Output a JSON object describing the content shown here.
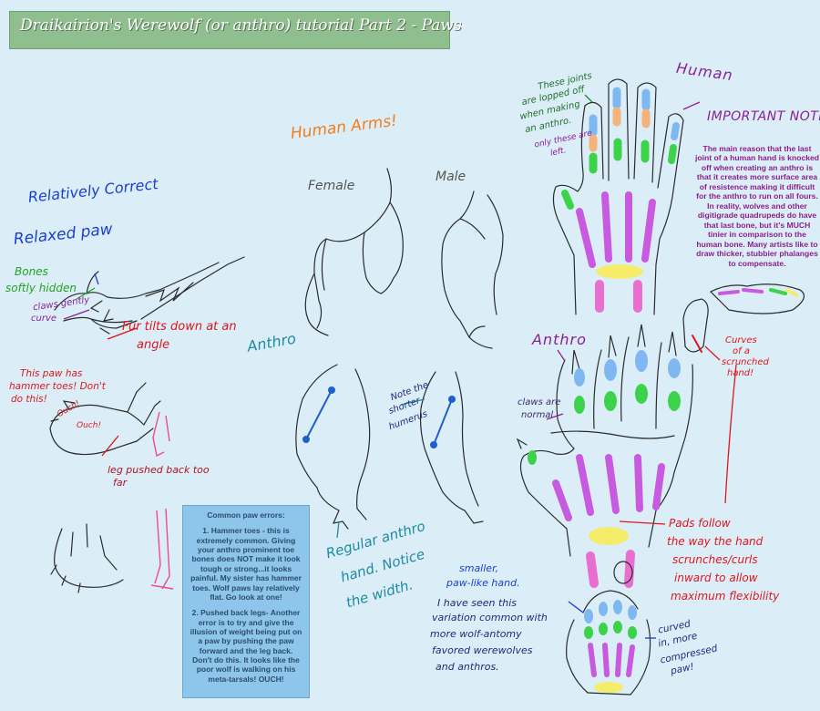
{
  "title": "Draikairion's Werewolf (or anthro) tutorial Part 2 -  Paws",
  "left_paw": {
    "relatively_correct": "Relatively Correct",
    "relaxed_paw": "Relaxed paw",
    "bones": "Bones",
    "softly_hidden": "softly hidden",
    "claws_gently": "claws gently",
    "curve": "curve",
    "fur_tilts": "Fur tilts down at an",
    "angle": "angle"
  },
  "hammer": {
    "this_paw_has": "This paw has",
    "hammer_toes": "hammer toes! Don't",
    "do_this": "do this!",
    "ouch1": "Ouch!",
    "ouch2": "Ouch!",
    "leg_pushed": "leg pushed back too",
    "far": "far"
  },
  "arms": {
    "heading": "Human Arms!",
    "female": "Female",
    "male": "Male",
    "anthro": "Anthro",
    "note_the": "Note the",
    "shorter": "shorter",
    "humerus": "humerus",
    "regular_anthro": "Regular anthro",
    "hand_notice": "hand. Notice",
    "the_width": "the width."
  },
  "errors_box": {
    "heading": "Common paw errors:",
    "point1": "1. Hammer toes - this is extremely common.  Giving your anthro prominent toe bones does NOT make it look tough or strong...it looks painful.  My sister has hammer toes.  Wolf paws lay relatively flat.  Go look at one!",
    "point2": "2. Pushed back legs- Another error is to try and give the illusion of weight being put on a paw by pushing the paw forward and the leg back. Don't do this.  It looks like the poor wolf is walking on his meta-tarsals!  OUCH!"
  },
  "human_hand": {
    "label": "Human",
    "joints_1": "These joints",
    "joints_2": "are lopped off",
    "joints_3": "when making",
    "joints_4": "an anthro.",
    "joints_5": "only these are",
    "joints_6": "left."
  },
  "important": {
    "heading": "IMPORTANT NOTE:",
    "text": "The main reason that the last joint of a human hand is knocked off when creating an anthro is that it creates more surface area of resistence making it difficult for the anthro to run on all fours.  In reality, wolves and other digitigrade quadrupeds do have that last bone, but it's MUCH tinier in comparison to the human bone.  Many artists like to draw thicker, stubbier phalanges to compensate."
  },
  "anthro_hand": {
    "label": "Anthro",
    "claws_are": "claws are",
    "normal": "normal",
    "curves_of": "Curves",
    "of_a": "of a",
    "scrunched": "scrunched",
    "hand": "hand!",
    "pads_1": "Pads follow",
    "pads_2": "the way the hand",
    "pads_3": "scrunches/curls",
    "pads_4": "inward to allow",
    "pads_5": "maximum flexibility"
  },
  "small_paw": {
    "smaller": "smaller,",
    "pawlike": "paw-like hand.",
    "seen_1": "I have seen this",
    "seen_2": "variation common with",
    "seen_3": "more wolf-antomy",
    "seen_4": "favored werewolves",
    "seen_5": "and anthros.",
    "curved_1": "curved",
    "curved_2": "in, more",
    "curved_3": "compressed",
    "curved_4": "paw!"
  },
  "colors": {
    "background": "#dbeef8",
    "banner": "#8fbf8f",
    "note_box": "#8ec5ea",
    "blue_ink": "#1a3fd0",
    "green_ink": "#1fa51f",
    "purple_ink": "#8a1f96",
    "red_ink": "#e0161c",
    "orange_ink": "#f07d1e",
    "teal_ink": "#1f8aa0"
  }
}
